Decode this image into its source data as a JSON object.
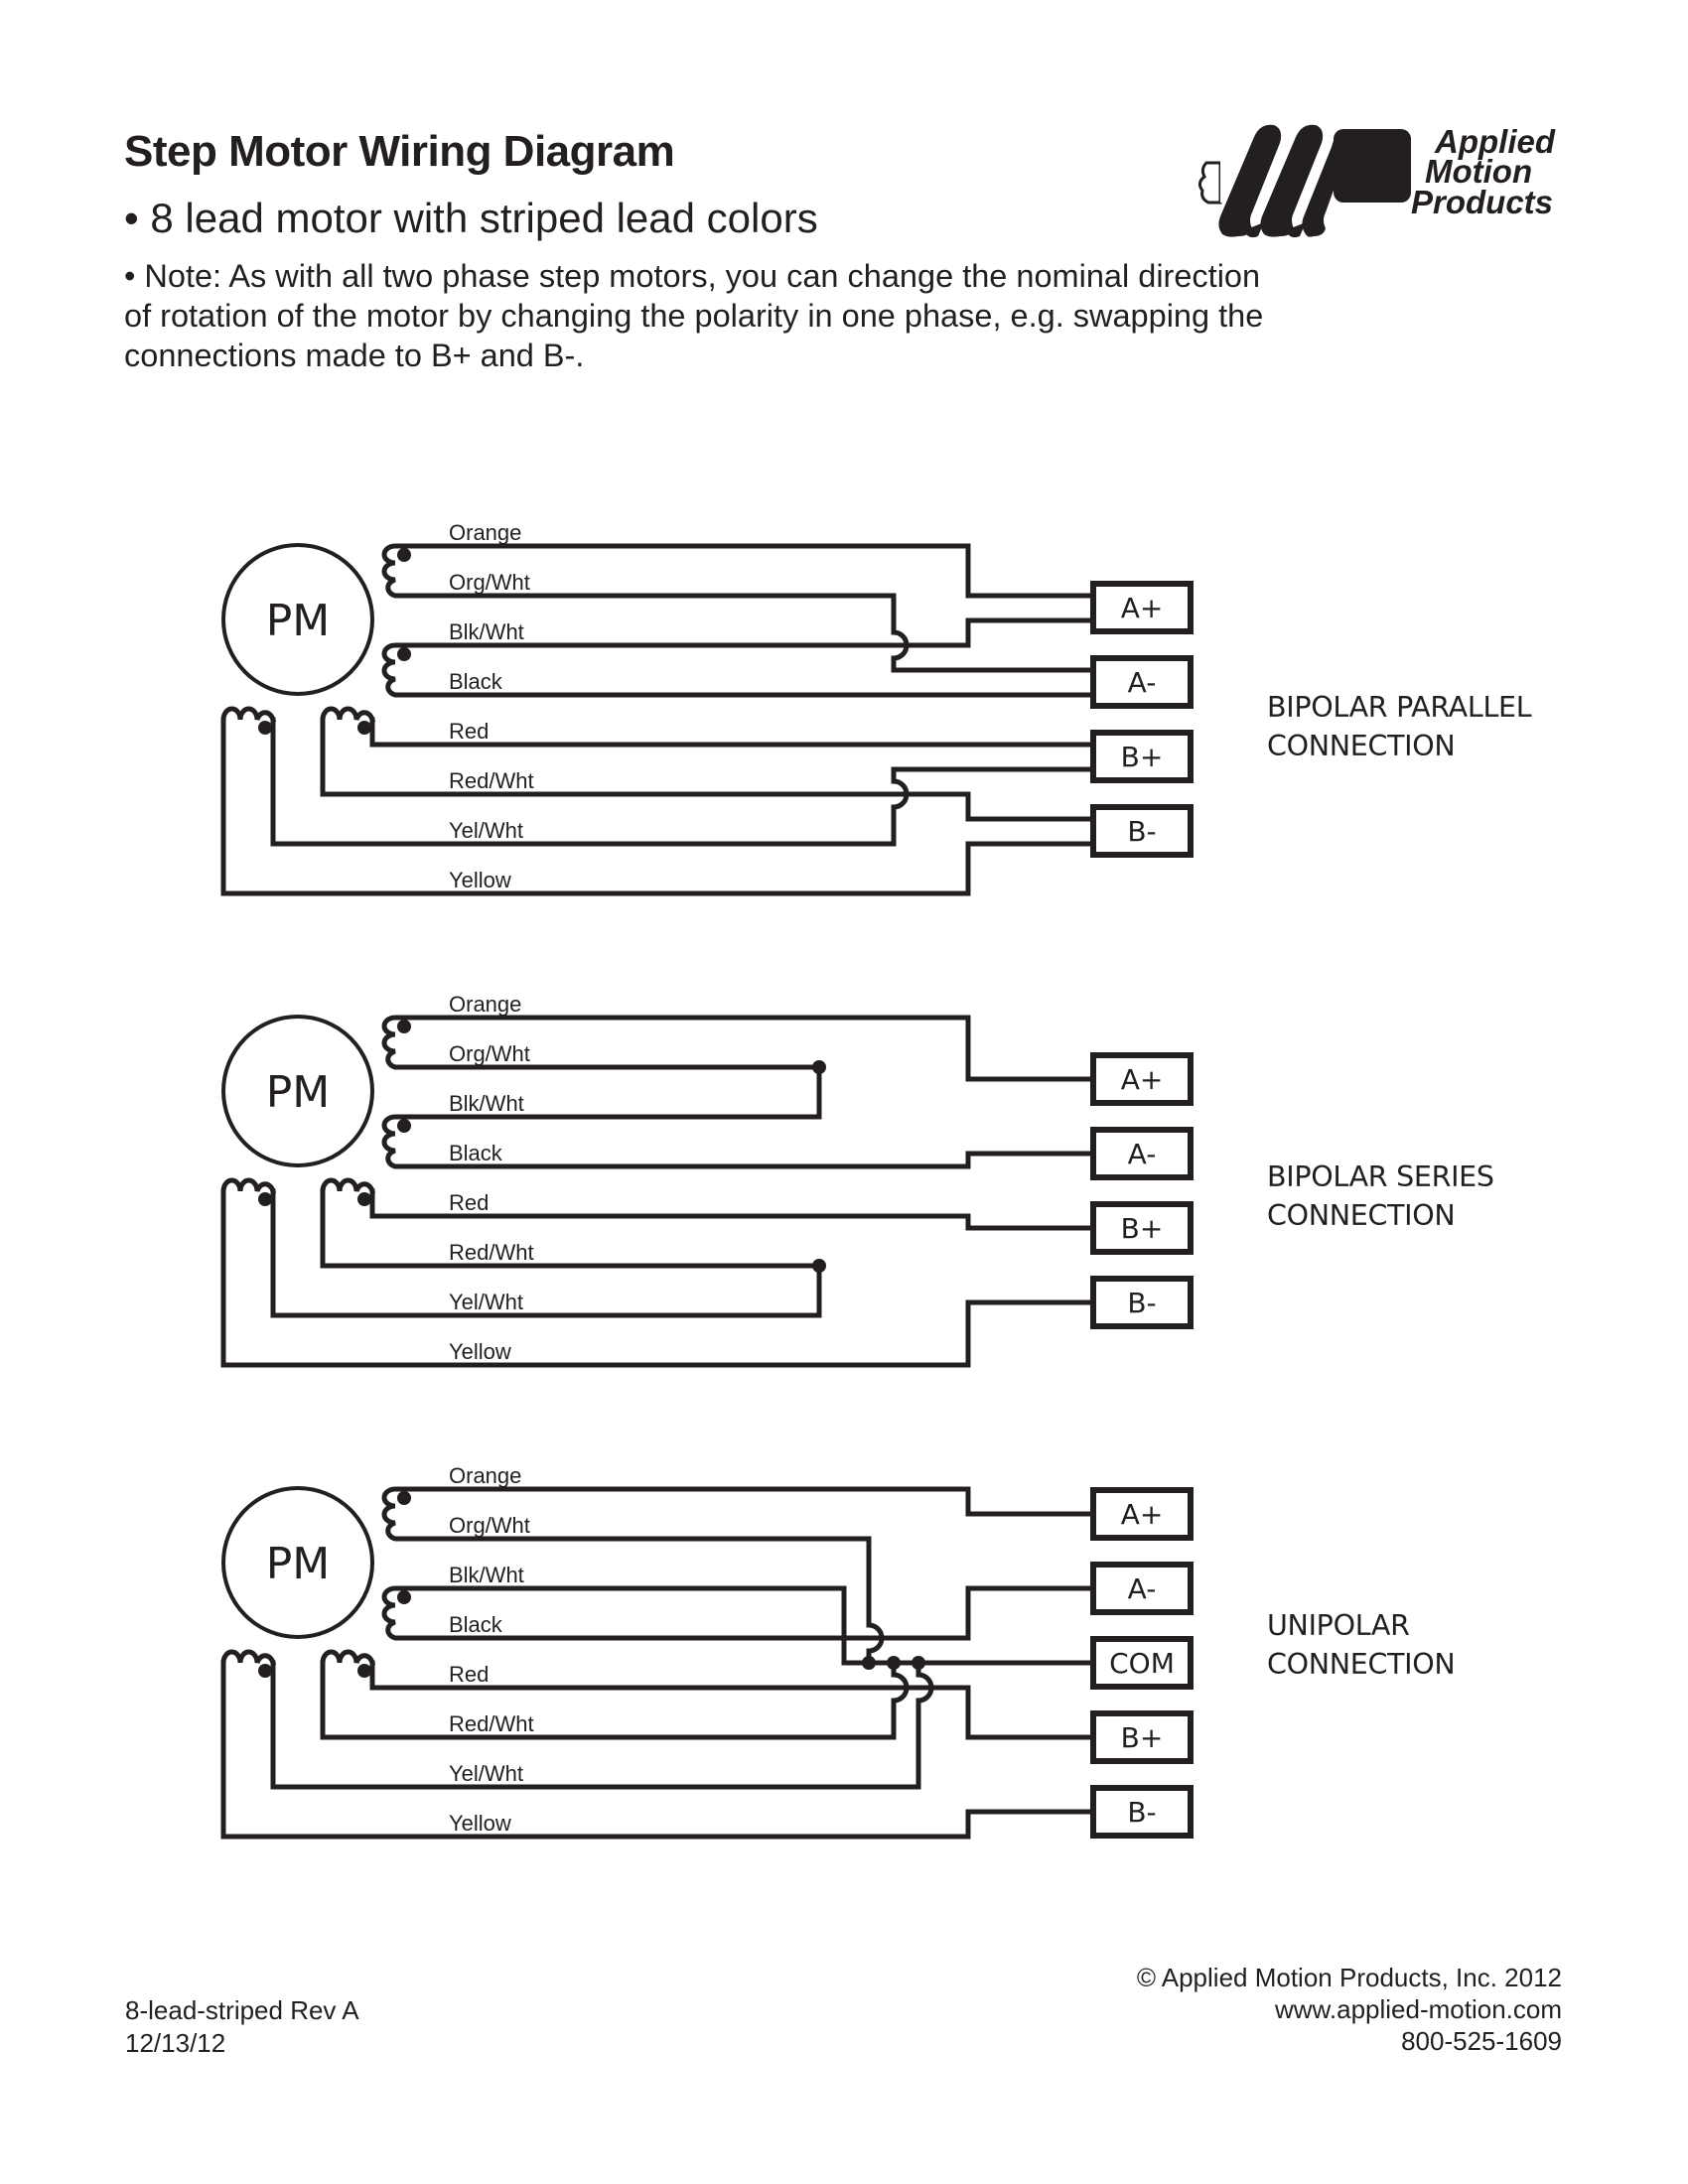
{
  "header": {
    "title": "Step Motor Wiring Diagram",
    "subtitle": "• 8 lead motor with striped lead colors",
    "note_lines": [
      "• Note: As with all two phase step motors, you can change the nominal direction",
      "of rotation of the motor by changing the polarity in one phase, e.g. swapping the",
      "connections made to B+ and B-."
    ]
  },
  "logo": {
    "line1": "Applied",
    "line2": "Motion",
    "line3": "Products",
    "icon": "motor-coil-logo-icon"
  },
  "colors": {
    "ink": "#231f20",
    "background": "#ffffff"
  },
  "diagrams": [
    {
      "id": "bipolar-parallel",
      "motor_label": "PM",
      "leads": [
        "Orange",
        "Org/Wht",
        "Blk/Wht",
        "Black",
        "Red",
        "Red/Wht",
        "Yel/Wht",
        "Yellow"
      ],
      "terminals": [
        "A+",
        "A-",
        "B+",
        "B-"
      ],
      "connection_label": [
        "BIPOLAR PARALLEL",
        "CONNECTION"
      ]
    },
    {
      "id": "bipolar-series",
      "motor_label": "PM",
      "leads": [
        "Orange",
        "Org/Wht",
        "Blk/Wht",
        "Black",
        "Red",
        "Red/Wht",
        "Yel/Wht",
        "Yellow"
      ],
      "terminals": [
        "A+",
        "A-",
        "B+",
        "B-"
      ],
      "connection_label": [
        "BIPOLAR SERIES",
        "CONNECTION"
      ]
    },
    {
      "id": "unipolar",
      "motor_label": "PM",
      "leads": [
        "Orange",
        "Org/Wht",
        "Blk/Wht",
        "Black",
        "Red",
        "Red/Wht",
        "Yel/Wht",
        "Yellow"
      ],
      "terminals": [
        "A+",
        "A-",
        "COM",
        "B+",
        "B-"
      ],
      "connection_label": [
        "UNIPOLAR",
        "CONNECTION"
      ]
    }
  ],
  "footer": {
    "doc_id": "8-lead-striped Rev A",
    "date": "12/13/12",
    "copyright": "© Applied Motion Products, Inc. 2012",
    "website": "www.applied-motion.com",
    "phone": "800-525-1609"
  }
}
